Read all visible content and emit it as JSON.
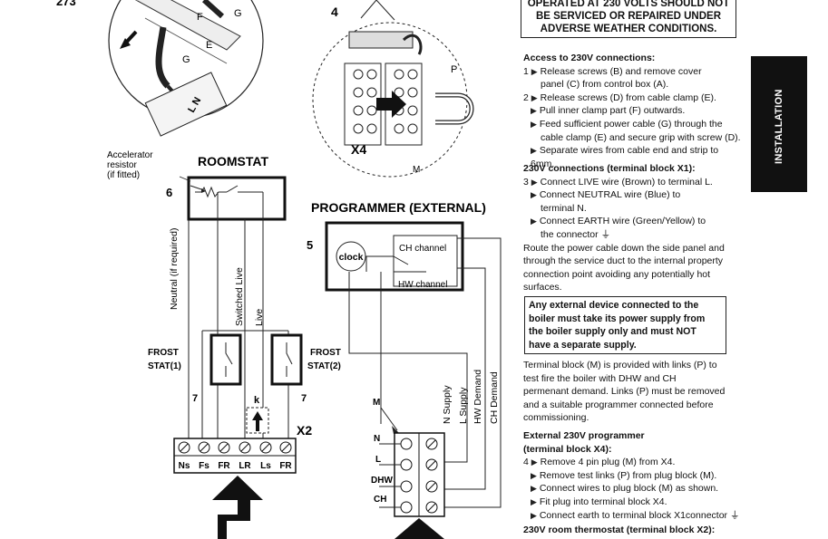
{
  "page": {
    "number": "273",
    "side_tab": "INSTALLATION"
  },
  "warning_top": {
    "line1": "OPERATED AT 230 VOLTS SHOULD NOT",
    "line2": "BE SERVICED OR REPAIRED UNDER",
    "line3": "ADVERSE WEATHER CONDITIONS."
  },
  "diagram": {
    "figure_numbers": {
      "roomstat": "6",
      "programmer": "5",
      "plug": "4",
      "frost_left": "7",
      "frost_right": "7"
    },
    "letters": {
      "g_top": "G",
      "f": "F",
      "e": "E",
      "g_mid": "G",
      "p": "P",
      "m_plug": "M",
      "m_block": "M",
      "k": "k"
    },
    "x4_label": "X4",
    "x2_label": "X2",
    "roomstat_title": "ROOMSTAT",
    "programmer_title": "PROGRAMMER (EXTERNAL)",
    "accelerator_label": [
      "Accelerator",
      "resistor",
      "(if fitted)"
    ],
    "frost_left": [
      "FROST",
      "STAT(1)"
    ],
    "frost_right": [
      "FROST",
      "STAT(2)"
    ],
    "wire_labels": {
      "neutral": "Neutral (if required)",
      "switched_live": "Switched Live",
      "live": "Live",
      "n_supply": "N Supply",
      "l_supply": "L Supply",
      "hw_demand": "HW Demand",
      "ch_demand": "CH Demand"
    },
    "programmer_clock": "clock",
    "programmer_ch": "CH channel",
    "programmer_hw": "HW channel",
    "terminal_x2": [
      "Ns",
      "Fs",
      "FR",
      "LR",
      "Ls",
      "FR"
    ],
    "block_m_labels": [
      "N",
      "L",
      "DHW",
      "CH"
    ],
    "cable_label": "L N"
  },
  "text": {
    "access_heading": "Access to 230V connections:",
    "access_1a": "Release screws (B) and remove cover",
    "access_1b": "panel (C) from control box (A).",
    "access_2": "Release screws (D) from cable clamp (E).",
    "access_3": "Pull inner clamp part (F) outwards.",
    "access_4a": "Feed sufficient power cable (G) through the",
    "access_4b": "cable clamp (E) and secure grip with screw (D).",
    "access_5": "Separate wires from cable end and strip to 6mm.",
    "x1_heading": "230V connections (terminal block X1):",
    "x1_1": "Connect LIVE wire (Brown) to terminal L.",
    "x1_2a": "Connect NEUTRAL wire (Blue) to",
    "x1_2b": "terminal N.",
    "x1_3a": "Connect EARTH wire (Green/Yellow) to",
    "x1_3b": "the connector",
    "route_1": "Route the power cable down the side panel and",
    "route_2": "through the service duct to the internal property",
    "route_3": "connection point avoiding any potentially hot",
    "route_4": "surfaces.",
    "note_1": "Any external device connected to the",
    "note_2": "boiler must take its power supply from",
    "note_3": "the boiler supply only and must NOT",
    "note_4": "have a separate supply.",
    "tb_1": "Terminal block (M) is provided with links (P) to",
    "tb_2": "test fire the boiler with DHW and CH",
    "tb_3": "permenant demand. Links (P) must be removed",
    "tb_4": "and a suitable programmer connected before",
    "tb_5": "commissioning.",
    "ext_heading_1": "External 230V programmer",
    "ext_heading_2": "(terminal block X4):",
    "ext_1": "Remove 4 pin plug (M) from X4.",
    "ext_2": "Remove test links (P) from plug block (M).",
    "ext_3": "Connect wires to plug block (M) as shown.",
    "ext_4": "Fit plug into terminal block X4.",
    "ext_5": "Connect earth to terminal block X1connector",
    "room_heading": "230V room thermostat (terminal block X2):",
    "step_1": "1",
    "step_2": "2",
    "step_3": "3",
    "step_4": "4"
  }
}
